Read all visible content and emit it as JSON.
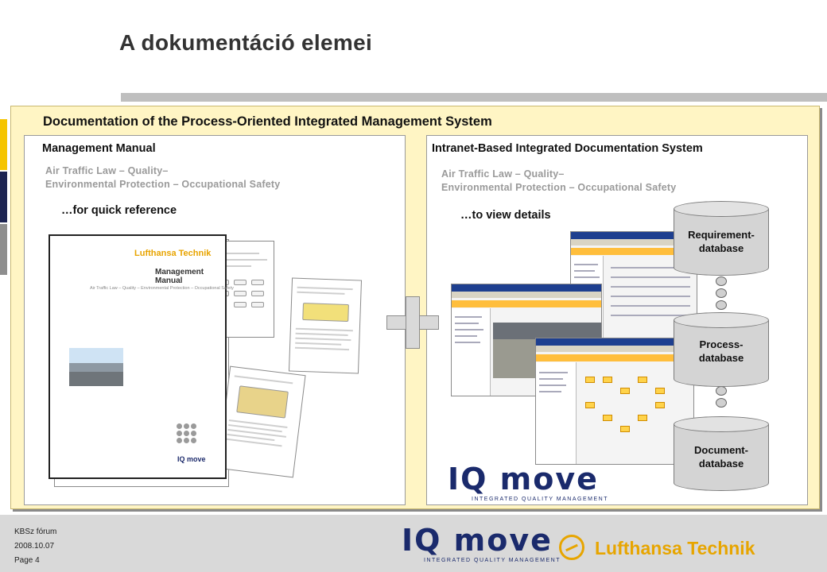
{
  "slide": {
    "title": "A dokumentáció elemei",
    "frame_title": "Documentation of the Process-Oriented Integrated Management System"
  },
  "left_panel": {
    "title": "Management Manual",
    "subtitle_line1": "Air Traffic Law – Quality–",
    "subtitle_line2": "Environmental Protection – Occupational Safety",
    "tagline": "…for quick reference",
    "cover_brand": "Lufthansa Technik",
    "cover_title": "Management Manual",
    "cover_subtitle": "Air Traffic Law – Quality – Environmental Protection – Occupational Safety",
    "cover_logo": "IQ move"
  },
  "right_panel": {
    "title": "Intranet-Based Integrated Documentation System",
    "subtitle_line1": "Air Traffic Law – Quality–",
    "subtitle_line2": "Environmental Protection – Occupational Safety",
    "tagline": "…to view details",
    "logo_main": "IQ move",
    "logo_sub": "INTEGRATED QUALITY MANAGEMENT"
  },
  "databases": [
    {
      "line1": "Requirement-",
      "line2": "database"
    },
    {
      "line1": "Process-",
      "line2": "database"
    },
    {
      "line1": "Document-",
      "line2": "database"
    }
  ],
  "footer": {
    "line1": "KBSz fórum",
    "line2": "2008.10.07",
    "line3": "Page 4",
    "iq_logo": "IQ move",
    "iq_logo_sub": "INTEGRATED QUALITY MANAGEMENT",
    "lh_logo": "Lufthansa Technik"
  },
  "colors": {
    "frame_bg": "#fff5c4",
    "accent_navy": "#1a2a6c",
    "lufthansa_yellow": "#e7a500",
    "left_tab_1": "#f5c400",
    "left_tab_2": "#1c2452",
    "left_tab_3": "#8e8e8e"
  },
  "icons": [
    "plus-icon",
    "lufthansa-crane-icon",
    "database-icon"
  ]
}
